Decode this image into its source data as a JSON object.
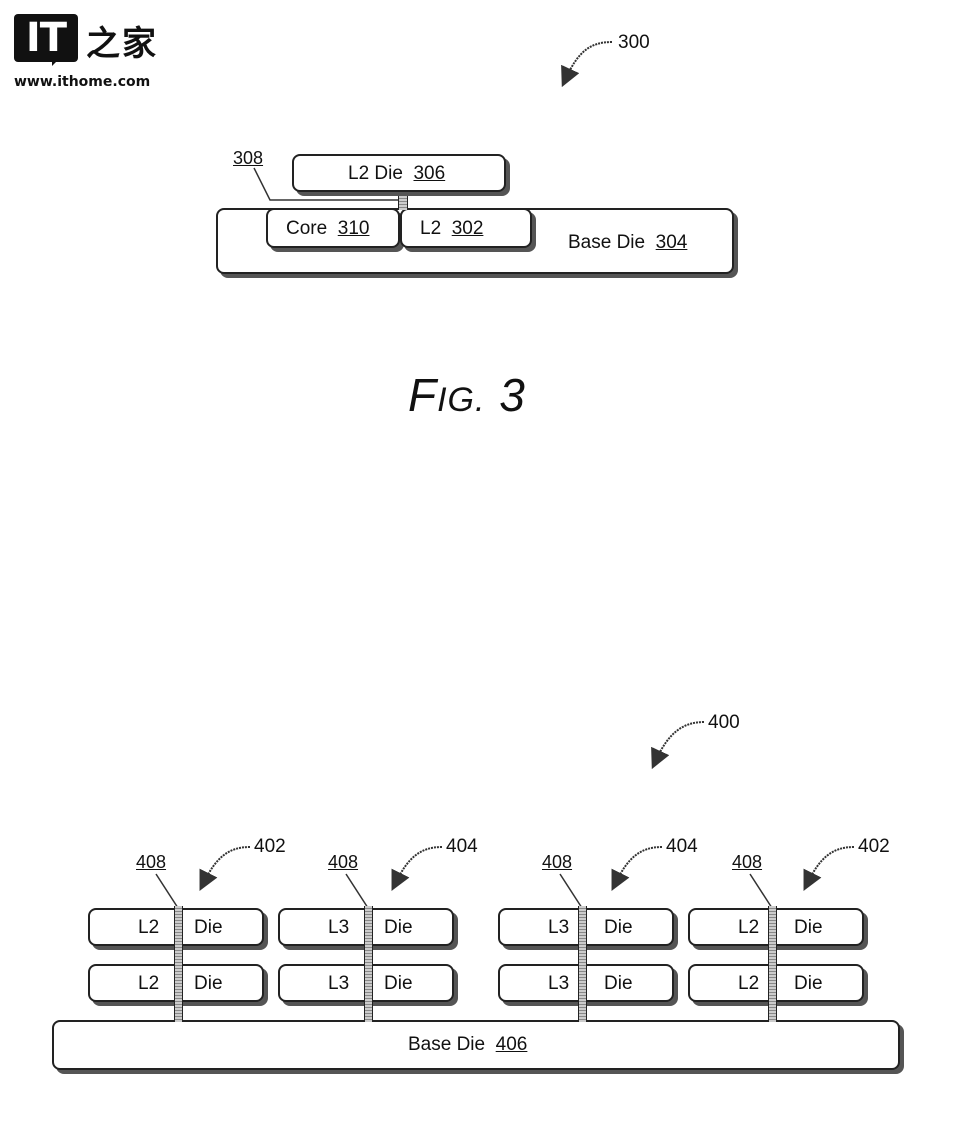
{
  "logo": {
    "mark": "IT",
    "chinese": "之家",
    "url": "www.ithome.com"
  },
  "figure3": {
    "ref": "300",
    "caption_prefix": "F",
    "caption_small": "IG.",
    "caption_number": "3",
    "l2_die": {
      "label": "L2 Die",
      "ref": "306"
    },
    "core": {
      "label": "Core",
      "ref": "310"
    },
    "l2": {
      "label": "L2",
      "ref": "302"
    },
    "base_die": {
      "label": "Base Die",
      "ref": "304"
    },
    "connection_ref": "308"
  },
  "figure4": {
    "ref": "400",
    "base_die": {
      "label": "Base Die",
      "ref": "406"
    },
    "stacks": [
      {
        "ref": "402",
        "via_ref": "408",
        "dies": [
          {
            "left": "L2",
            "right": "Die"
          },
          {
            "left": "L2",
            "right": "Die"
          }
        ]
      },
      {
        "ref": "404",
        "via_ref": "408",
        "dies": [
          {
            "left": "L3",
            "right": "Die"
          },
          {
            "left": "L3",
            "right": "Die"
          }
        ]
      },
      {
        "ref": "404",
        "via_ref": "408",
        "dies": [
          {
            "left": "L3",
            "right": "Die"
          },
          {
            "left": "L3",
            "right": "Die"
          }
        ]
      },
      {
        "ref": "402",
        "via_ref": "408",
        "dies": [
          {
            "left": "L2",
            "right": "Die"
          },
          {
            "left": "L2",
            "right": "Die"
          }
        ]
      }
    ]
  }
}
